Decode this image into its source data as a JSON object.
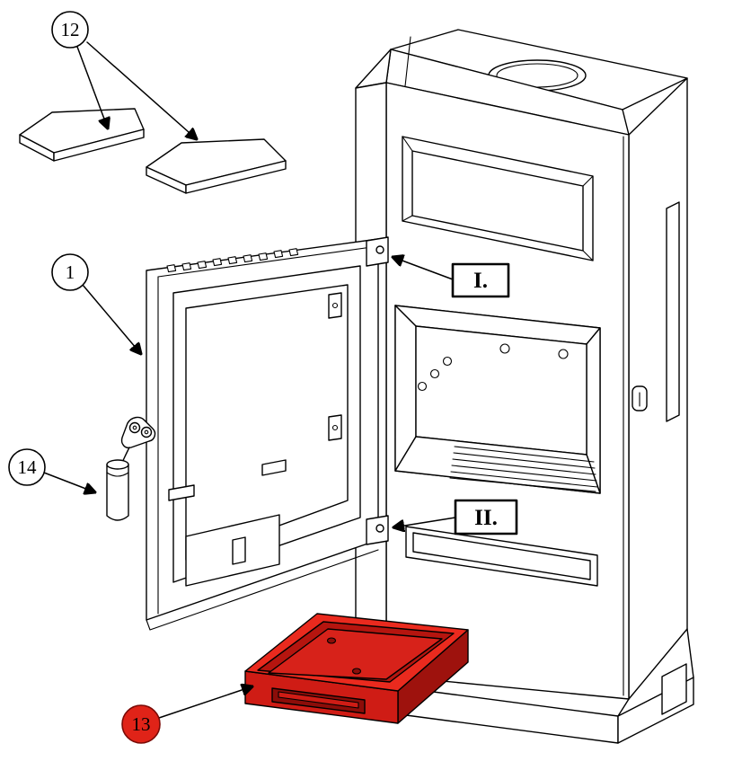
{
  "callouts": {
    "plates": {
      "label": "12"
    },
    "door": {
      "label": "1"
    },
    "latch": {
      "label": "14"
    },
    "ashpan": {
      "label": "13"
    },
    "hinge_upper": {
      "label": "I."
    },
    "hinge_lower": {
      "label": "II."
    }
  },
  "colors": {
    "background": "#ffffff",
    "line": "#000000",
    "drawer_top": "#ea2a1e",
    "drawer_front": "#cf1c15",
    "drawer_side": "#9e120d",
    "drawer_interior": "#b5150f",
    "drawer_floor": "#d7221a",
    "drawer_recess": "#8c0d09",
    "callout13_fill": "#e02318",
    "callout13_text": "#000000"
  }
}
